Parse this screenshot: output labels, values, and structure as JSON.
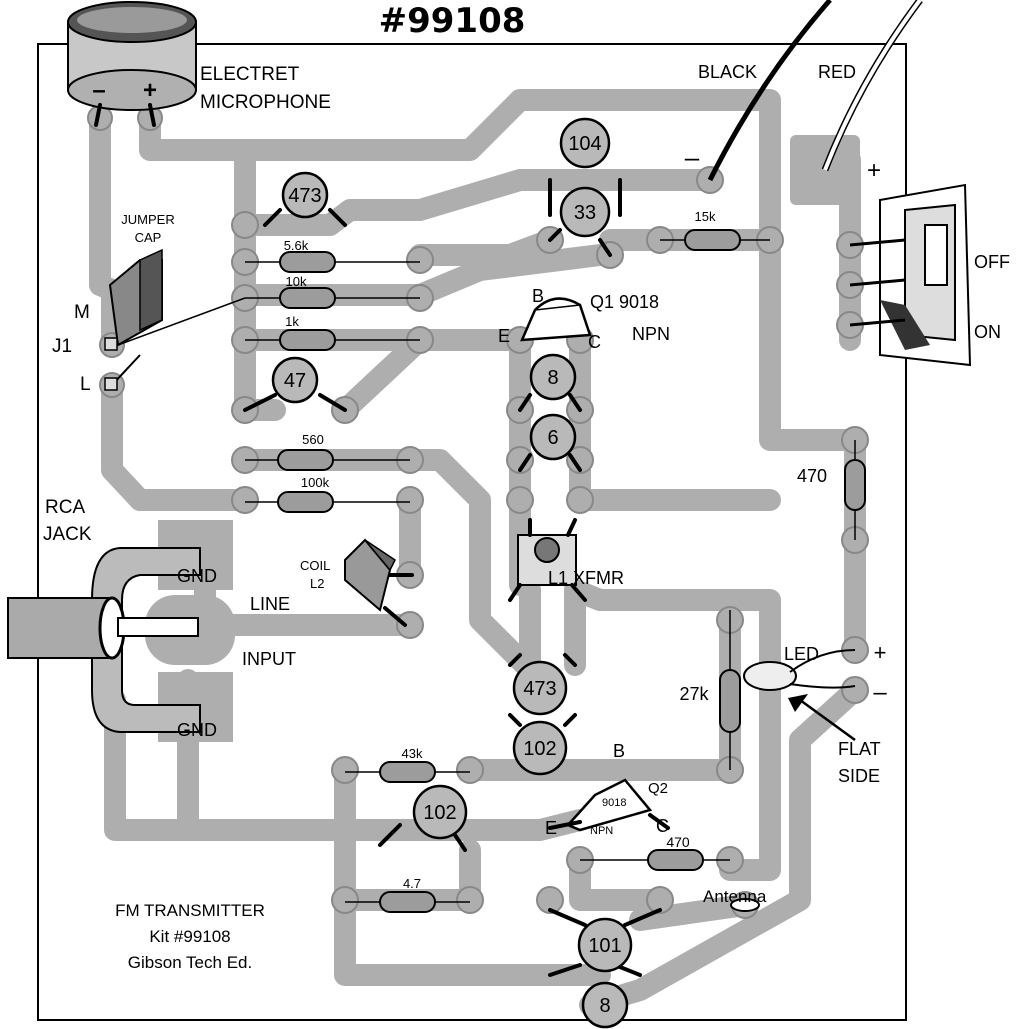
{
  "title": "#99108",
  "mic": {
    "line1": "ELECTRET",
    "line2": "MICROPHONE",
    "minus": "–",
    "plus": "+"
  },
  "battery": {
    "black": "BLACK",
    "red": "RED",
    "neg": "–",
    "pos": "+"
  },
  "switch": {
    "off": "OFF",
    "on": "ON"
  },
  "jumper": {
    "line1": "JUMPER",
    "line2": "CAP",
    "m": "M",
    "j1": "J1",
    "l": "L"
  },
  "rca": {
    "line1": "RCA",
    "line2": "JACK",
    "gnd_top": "GND",
    "gnd_bottom": "GND",
    "line": "LINE",
    "input": "INPUT"
  },
  "coil": {
    "line1": "COIL",
    "line2": "L2"
  },
  "q1": {
    "b": "B",
    "e": "E",
    "c": "C",
    "name": "Q1 9018",
    "type": "NPN"
  },
  "q2": {
    "b": "B",
    "e": "E",
    "c": "C",
    "name": "Q2",
    "part": "9018",
    "type": "NPN"
  },
  "xfmr": "L1 XFMR",
  "caps": [
    "473",
    "104",
    "33",
    "47",
    "8",
    "6",
    "473",
    "102",
    "102",
    "101",
    "8"
  ],
  "resistors": [
    "5.6k",
    "10k",
    "1k",
    "560",
    "100k",
    "15k",
    "470",
    "27k",
    "43k",
    "470",
    "4.7"
  ],
  "led": {
    "label": "LED",
    "plus": "+",
    "minus": "–",
    "flat1": "FLAT",
    "flat2": "SIDE"
  },
  "antenna": "Antenna",
  "footer": {
    "line1": "FM TRANSMITTER",
    "line2": "Kit #99108",
    "line3": "Gibson Tech Ed."
  }
}
